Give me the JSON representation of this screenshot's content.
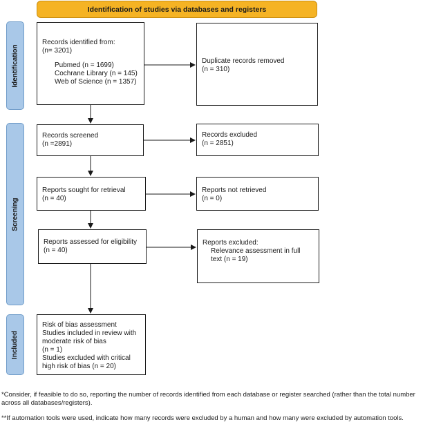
{
  "header": {
    "title": "Identification of studies via databases and registers"
  },
  "phases": {
    "identification": "Identification",
    "screening": "Screening",
    "included": "Included"
  },
  "identification_box": {
    "title": "Records identified from:",
    "count": "(n= 3201)",
    "sources": [
      "Pubmed (n = 1699)",
      "Cochrane Library (n = 145)",
      "Web of Science (n = 1357)"
    ]
  },
  "duplicates_box": {
    "title": "Duplicate records removed",
    "count": "(n = 310)"
  },
  "screened_box": {
    "title": "Records screened",
    "count": "(n =2891)"
  },
  "excluded_box": {
    "title": "Records excluded",
    "count": "(n = 2851)"
  },
  "sought_box": {
    "title": "Reports sought for retrieval",
    "count": "(n = 40)"
  },
  "not_retrieved_box": {
    "title": "Reports not retrieved",
    "count": "(n = 0)"
  },
  "assessed_box": {
    "title": "Reports assessed for eligibility",
    "count": "(n = 40)"
  },
  "reports_excluded_box": {
    "title": "Reports excluded:",
    "reason_line1": "Relevance assessment in full",
    "reason_line2": "text (n = 19)"
  },
  "included_box": {
    "lines": [
      "Risk of bias assessment",
      "Studies included in review with",
      "moderate risk of bias",
      "(n = 1)",
      "Studies excluded with critical",
      "high risk of bias (n = 20)"
    ]
  },
  "footnotes": {
    "note1": "*Consider, if feasible to do so, reporting the number of records identified from each database or register searched (rather than the total number across all databases/registers).",
    "note2": "**If automation tools were used, indicate how many records were excluded by a human and how many were excluded by automation tools."
  }
}
